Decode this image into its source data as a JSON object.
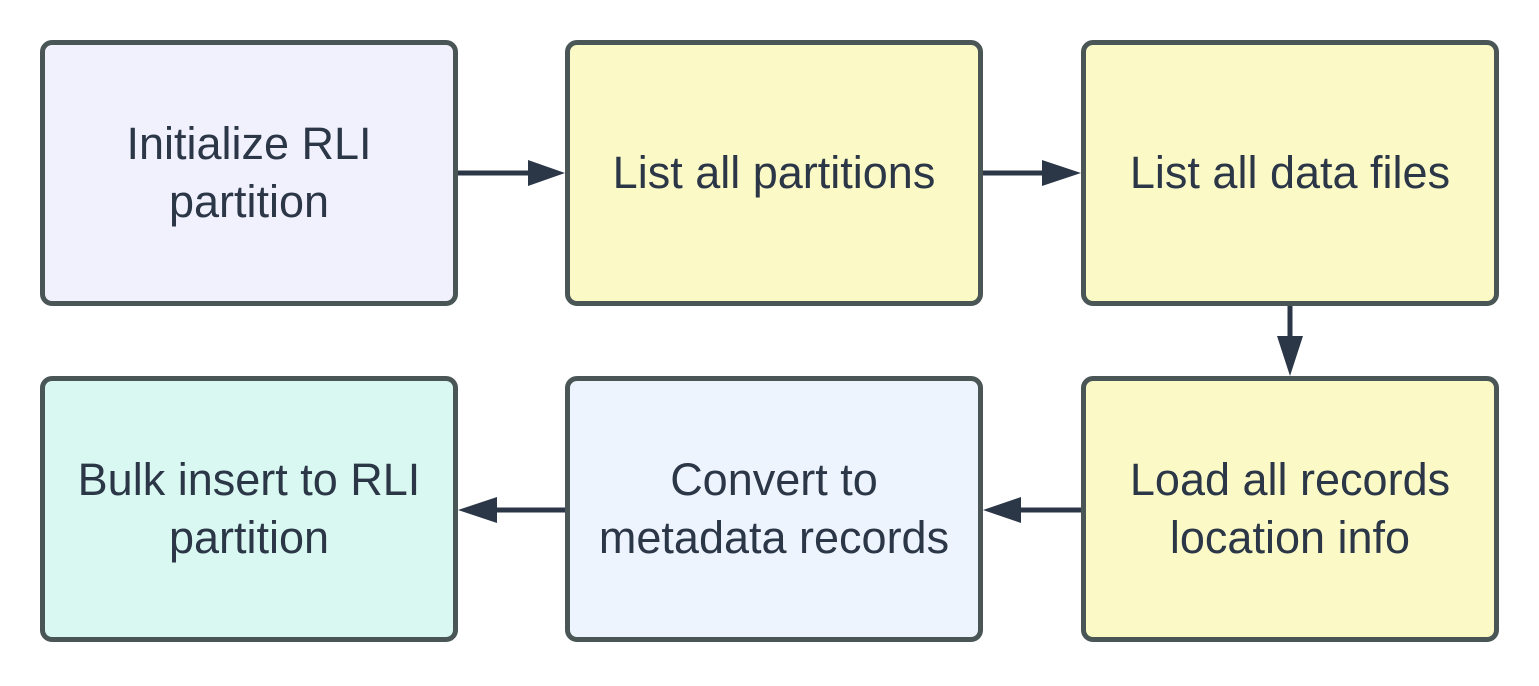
{
  "diagram": {
    "nodes": [
      {
        "id": "initialize",
        "label": "Initialize RLI\npartition",
        "fill": "#f1f1fd"
      },
      {
        "id": "list-partitions",
        "label": "List all partitions",
        "fill": "#fbfac7"
      },
      {
        "id": "list-files",
        "label": "List all data files",
        "fill": "#fbfac7"
      },
      {
        "id": "load-records",
        "label": "Load all records\nlocation info",
        "fill": "#fbfac7"
      },
      {
        "id": "convert",
        "label": "Convert to\nmetadata records",
        "fill": "#edf4fe"
      },
      {
        "id": "bulk-insert",
        "label": "Bulk insert to RLI\npartition",
        "fill": "#d8f8f1"
      }
    ],
    "edges": [
      {
        "from": "initialize",
        "to": "list-partitions"
      },
      {
        "from": "list-partitions",
        "to": "list-files"
      },
      {
        "from": "list-files",
        "to": "load-records"
      },
      {
        "from": "load-records",
        "to": "convert"
      },
      {
        "from": "convert",
        "to": "bulk-insert"
      }
    ],
    "colors": {
      "border": "#4a5556",
      "text": "#2b3647",
      "arrow": "#2b3647"
    }
  }
}
